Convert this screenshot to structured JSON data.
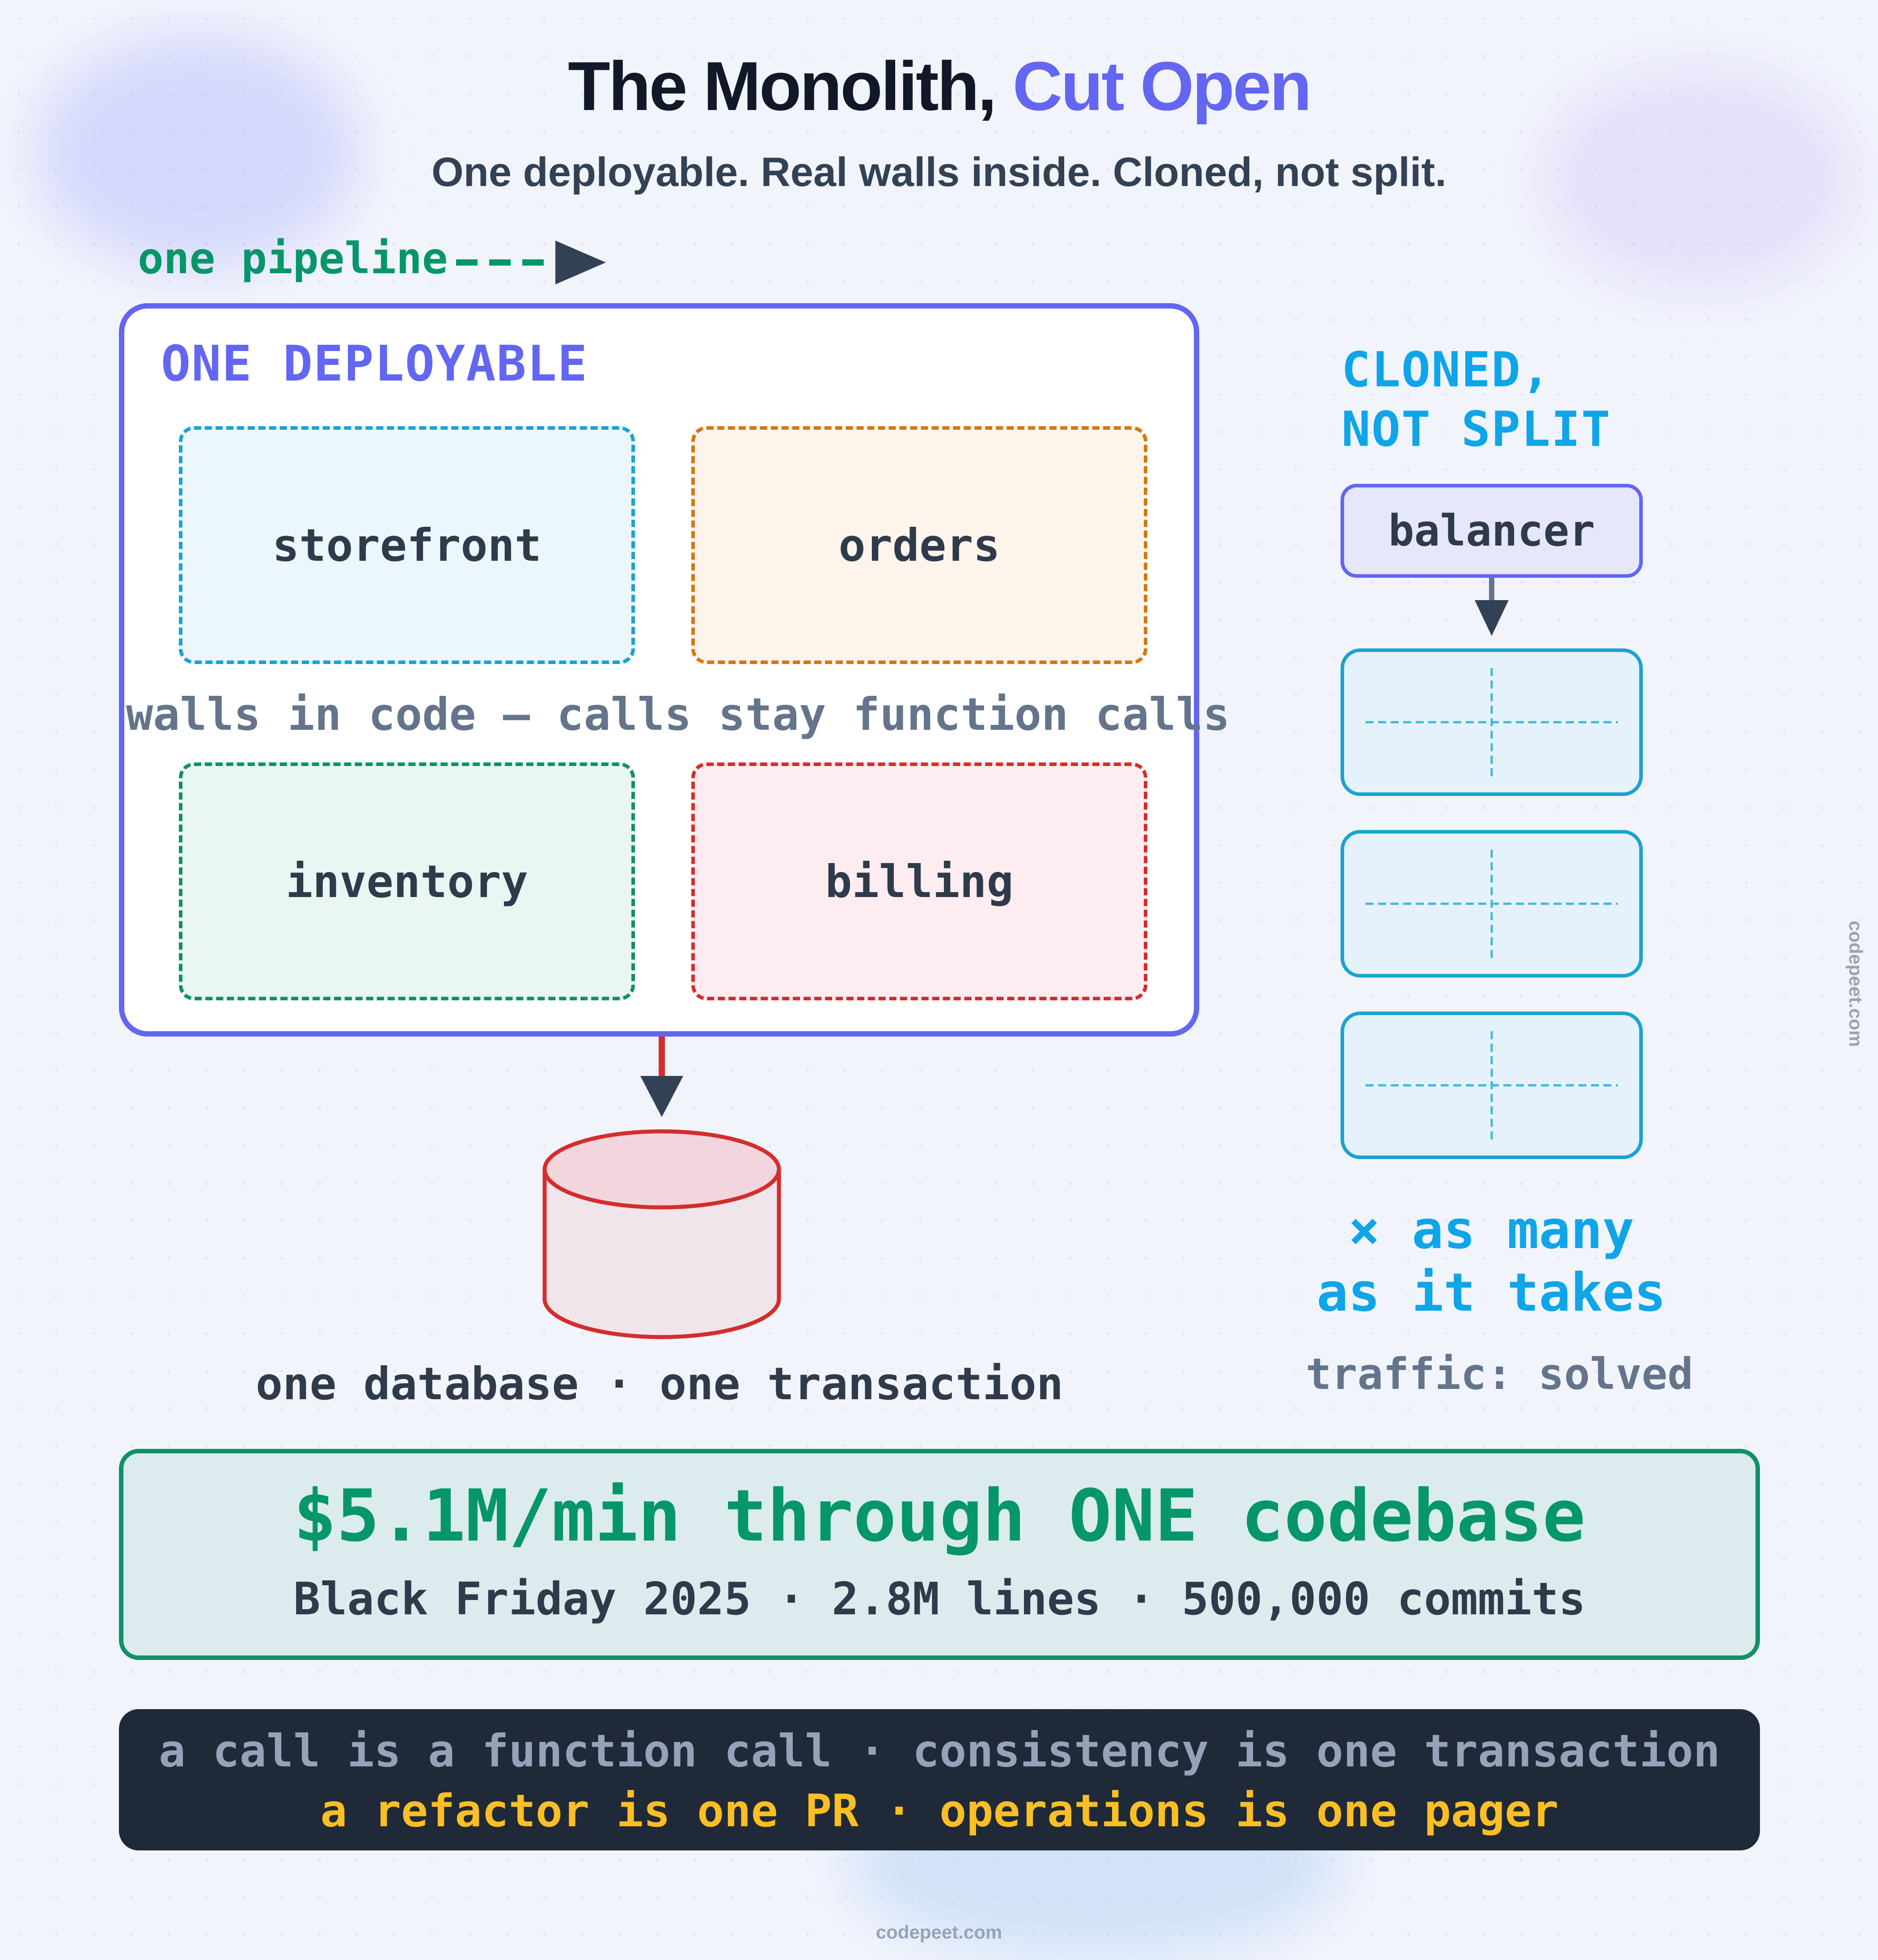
{
  "title": {
    "main": "The Monolith,",
    "accent": "Cut Open"
  },
  "subtitle": "One deployable. Real walls inside. Cloned, not split.",
  "pipeline": {
    "label": "one pipeline"
  },
  "deployable": {
    "label": "ONE DEPLOYABLE",
    "modules": [
      {
        "name": "storefront"
      },
      {
        "name": "orders"
      },
      {
        "name": "inventory"
      },
      {
        "name": "billing"
      }
    ],
    "walls_note": "walls in code — calls stay function calls"
  },
  "database": {
    "label": "one database · one transaction"
  },
  "scaling": {
    "title_line1": "CLONED,",
    "title_line2": "NOT SPLIT",
    "balancer": "balancer",
    "multiplier_line1": "× as many",
    "multiplier_line2": "as it takes",
    "traffic": "traffic: solved"
  },
  "stats": {
    "headline": "$5.1M/min through ONE codebase",
    "details": "Black Friday 2025 · 2.8M lines · 500,000 commits"
  },
  "summary": {
    "line1": "a call is a function call · consistency is one transaction",
    "line2": "a refactor is one PR · operations is one pager"
  },
  "watermark": "codepeet.com",
  "colors": {
    "accent_indigo": "#6366f1",
    "accent_green": "#059669",
    "accent_sky": "#0ea5e9",
    "accent_red": "#d42d2d",
    "accent_amber": "#fbbf24",
    "ink": "#2f3a4b"
  }
}
